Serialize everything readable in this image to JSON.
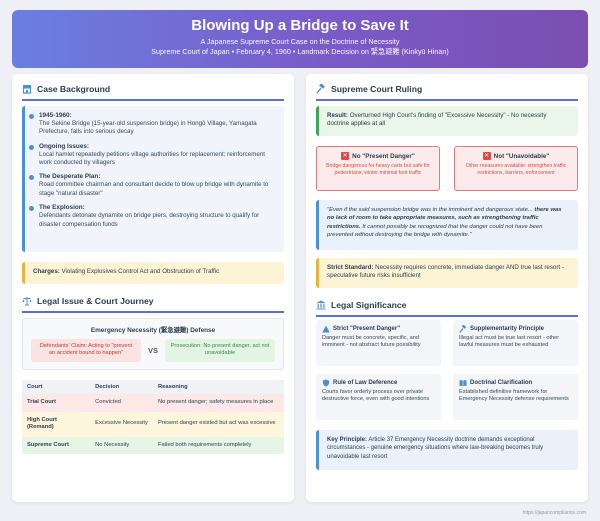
{
  "header": {
    "title": "Blowing Up a Bridge to Save It",
    "subtitle1": "A Japanese Supreme Court Case on the Doctrine of Necessity",
    "subtitle2": "Supreme Court of Japan • February 4, 1960 • Landmark Decision on 緊急避難 (Kinkyū Hinan)"
  },
  "background": {
    "title": "Case Background",
    "timeline": [
      {
        "heading": "1945-1960:",
        "text": "The Sekine Bridge (15-year-old suspension bridge) in Hongō Village, Yamagata Prefecture, falls into serious decay"
      },
      {
        "heading": "Ongoing Issues:",
        "text": "Local hamlet repeatedly petitions village authorities for replacement; reinforcement work conducted by villagers"
      },
      {
        "heading": "The Desperate Plan:",
        "text": "Road committee chairman and consultant decide to blow up bridge with dynamite to stage \"natural disaster\""
      },
      {
        "heading": "The Explosion:",
        "text": "Defendants detonate dynamite on bridge piers, destroying structure to qualify for disaster compensation funds"
      }
    ],
    "charges_label": "Charges:",
    "charges_text": " Violating Explosives Control Act and Obstruction of Traffic"
  },
  "journey": {
    "title": "Legal Issue & Court Journey",
    "defense_title": "Emergency Necessity (緊急避難) Defense",
    "defendants_claim": "Defendants' Claim: Acting to \"prevent an accident bound to happen\"",
    "vs": "VS",
    "prosecution": "Prosecution: No present danger, act not unavoidable",
    "columns": [
      "Court",
      "Decision",
      "Reasoning"
    ],
    "rows": [
      {
        "court": "Trial Court",
        "decision": "Convicted",
        "reasoning": "No present danger; safety measures in place"
      },
      {
        "court": "High Court (Remand)",
        "decision": "Excessive Necessity",
        "reasoning": "Present danger existed but act was excessive"
      },
      {
        "court": "Supreme Court",
        "decision": "No Necessity",
        "reasoning": "Failed both requirements completely"
      }
    ]
  },
  "ruling": {
    "title": "Supreme Court Ruling",
    "result_label": "Result:",
    "result_text": " Overturned High Court's finding of \"Excessive Necessity\" - No necessity doctrine applies at all",
    "no_danger_title": "No \"Present Danger\"",
    "no_danger_text": "Bridge dangerous for heavy carts but safe for pedestrians; winter minimal foot traffic",
    "not_unavoidable_title": "Not \"Unavoidable\"",
    "not_unavoidable_text": "Other measures available: strengthen traffic restrictions, barriers, enforcement",
    "quote_a": "\"Even if the said suspension bridge was in the imminent and dangerous state... ",
    "quote_b": "there was no lack of room to take appropriate measures, such as strengthening traffic restrictions.",
    "quote_c": " It cannot possibly be recognized that the danger could not have been prevented without destroying the bridge with dynamite.\"",
    "strict_label": "Strict Standard:",
    "strict_text": " Necessity requires concrete, immediate danger AND true last resort - speculative future risks insufficient"
  },
  "significance": {
    "title": "Legal Significance",
    "items": [
      {
        "title": "Strict \"Present Danger\"",
        "text": "Danger must be concrete, specific, and imminent - not abstract future possibility"
      },
      {
        "title": "Supplementarity Principle",
        "text": "Illegal act must be true last resort - other lawful measures must be exhausted"
      },
      {
        "title": "Rule of Law Deference",
        "text": "Courts favor orderly process over private destructive force, even with good intentions"
      },
      {
        "title": "Doctrinal Clarification",
        "text": "Established definitive framework for Emergency Necessity defense requirements"
      }
    ],
    "key_label": "Key Principle:",
    "key_text": " Article 37 Emergency Necessity doctrine demands exceptional circumstances - genuine emergency situations where law-breaking becomes truly unavoidable last resort"
  },
  "footer": "https://japancompliance.com",
  "colors": {
    "accent": "#5b6fd6",
    "blue": "#4a90d9",
    "red": "#e04848",
    "green": "#3fa55a",
    "amber": "#e8b43a"
  }
}
